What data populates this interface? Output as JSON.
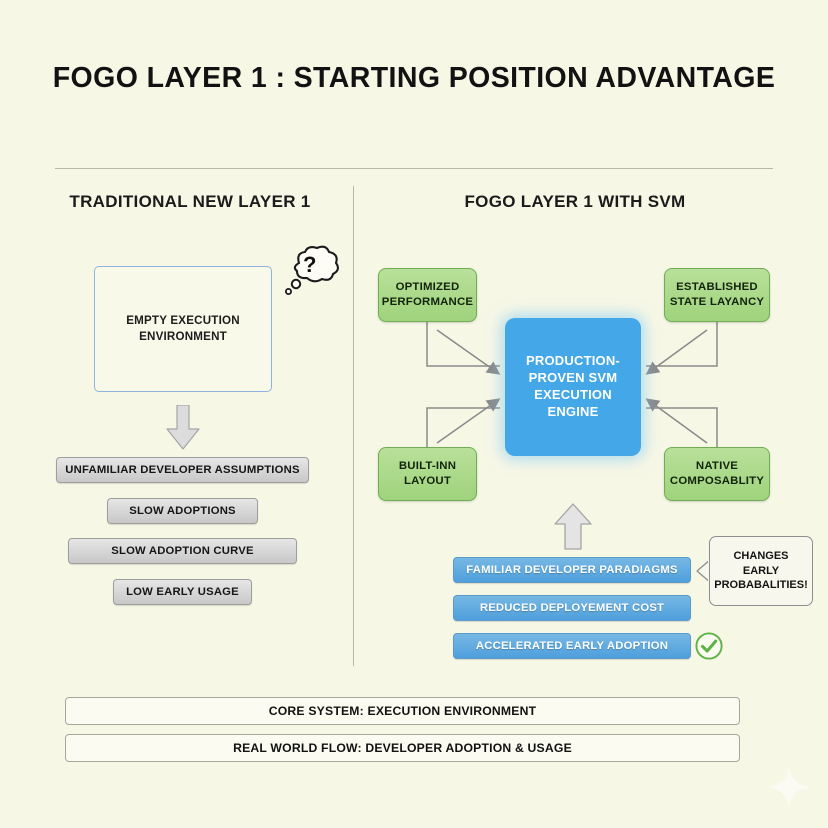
{
  "title": "FOGO LAYER 1 : STARTING POSITION ADVANTAGE",
  "columns": {
    "left_heading": "TRADITIONAL NEW LAYER 1",
    "right_heading": "FOGO LAYER 1 WITH SVM"
  },
  "left": {
    "empty_box_label": "EMPTY EXECUTION ENVIRONMENT",
    "thought_bubble": "?",
    "bars": [
      {
        "label": "UNFAMILIAR DEVELOPER ASSUMPTIONS"
      },
      {
        "label": "SLOW ADOPTIONS"
      },
      {
        "label": "SLOW ADOPTION CURVE"
      },
      {
        "label": "LOW EARLY USAGE"
      }
    ]
  },
  "right": {
    "center_label": "PRODUCTION-PROVEN SVM EXECUTION ENGINE",
    "center_lines": [
      "PRODUCTION-",
      "PROVEN SVM",
      "EXECUTION",
      "ENGINE"
    ],
    "green_boxes": [
      {
        "id": "optimized-performance",
        "lines": [
          "OPTIMIZED",
          "PERFORMANCE"
        ]
      },
      {
        "id": "established-state-layancy",
        "lines": [
          "ESTABLISHED",
          "STATE LAYANCY"
        ]
      },
      {
        "id": "built-inn-layout",
        "lines": [
          "BUILT-INN",
          "LAYOUT"
        ]
      },
      {
        "id": "native-composablity",
        "lines": [
          "NATIVE",
          "COMPOSABLITY"
        ]
      }
    ],
    "blue_bars": [
      {
        "label": "FAMILIAR DEVELOPER PARADIAGMS"
      },
      {
        "label": "REDUCED DEPLOYEMENT COST"
      },
      {
        "label": "ACCELERATED EARLY ADOPTION"
      }
    ],
    "callout_lines": [
      "CHANGES",
      "EARLY",
      "PROBABALITIES!"
    ],
    "callout_label": "CHANGES EARLY PROBABALITIES!"
  },
  "footer": {
    "bars": [
      {
        "label": "CORE SYSTEM: EXECUTION ENVIRONMENT"
      },
      {
        "label": "REAL WORLD FLOW: DEVELOPER ADOPTION & USAGE"
      }
    ]
  },
  "colors": {
    "background": "#f7f7e6",
    "accent_blue": "#43a7e8",
    "accent_green": "#9fd37c",
    "bar_gray": "#d8d8d8",
    "rule": "#b9b7a8",
    "check_green": "#5eb344"
  }
}
